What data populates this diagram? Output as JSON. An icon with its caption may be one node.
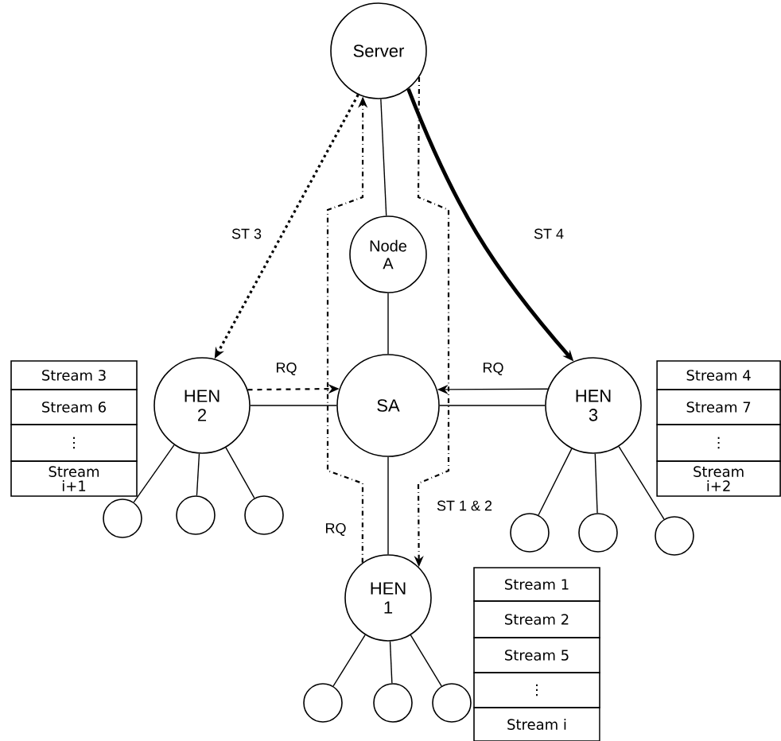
{
  "diagram": {
    "nodes": [
      {
        "text": [
          "Server"
        ]
      },
      {
        "text": [
          "Node A"
        ]
      },
      {
        "text": [
          "HEN 2"
        ]
      },
      {
        "text": [
          "SA"
        ]
      },
      {
        "text": [
          "HEN 3"
        ]
      },
      {
        "text": [],
        "shape": "circle"
      },
      {
        "text": [],
        "shape": "circle"
      },
      {
        "text": [],
        "shape": "circle"
      },
      {
        "text": [],
        "shape": "circle"
      },
      {
        "text": [],
        "shape": "circle"
      },
      {
        "text": [],
        "shape": "circle"
      },
      {
        "text": [
          "HEN 1"
        ]
      },
      {
        "text": [],
        "shape": "circle"
      },
      {
        "text": [],
        "shape": "circle"
      },
      {
        "text": [],
        "shape": "circle"
      }
    ],
    "edges": [
      {
        "from": 0,
        "to": 1,
        "arrow": "none"
      },
      {
        "from": 1,
        "to": 3,
        "arrow": "none"
      },
      {
        "from": 2,
        "to": 3,
        "arrow": "none"
      },
      {
        "from": 3,
        "to": 4,
        "arrow": "none"
      },
      {
        "from": 3,
        "to": 11,
        "arrow": "none"
      },
      {
        "from": 2,
        "to": 5,
        "arrow": "none"
      },
      {
        "from": 2,
        "to": 6,
        "arrow": "none"
      },
      {
        "from": 2,
        "to": 7,
        "arrow": "none"
      },
      {
        "from": 4,
        "to": 8,
        "arrow": "none"
      },
      {
        "from": 4,
        "to": 9,
        "arrow": "none"
      },
      {
        "from": 4,
        "to": 10,
        "arrow": "none"
      },
      {
        "from": 11,
        "to": 12,
        "arrow": "none"
      },
      {
        "from": 11,
        "to": 13,
        "arrow": "none"
      },
      {
        "from": 11,
        "to": 14,
        "arrow": "none"
      },
      {
        "from": 0,
        "to": 2,
        "arrow": "to",
        "style": "dashed",
        "label": "ST 3"
      },
      {
        "from": 0,
        "to": 4,
        "arrow": "to",
        "style": "thick",
        "label": "ST 4"
      },
      {
        "from": 2,
        "to": 3,
        "arrow": "to",
        "style": "dashed",
        "label": "RQ"
      },
      {
        "from": 4,
        "to": 3,
        "arrow": "to",
        "label": "RQ"
      },
      {
        "from": 11,
        "to": 0,
        "arrow": "to",
        "style": "dashed",
        "label": "RQ"
      },
      {
        "from": 0,
        "to": 11,
        "arrow": "to",
        "style": "dashed",
        "label": "ST 1 & 2"
      }
    ],
    "labels": [
      "Stream 3",
      "Stream 6",
      "⋮",
      "Stream i+1",
      "Stream 4",
      "Stream 7",
      "⋮",
      "Stream i+2",
      "Stream 1",
      "Stream 2",
      "Stream 5",
      "⋮",
      "Stream i"
    ]
  }
}
